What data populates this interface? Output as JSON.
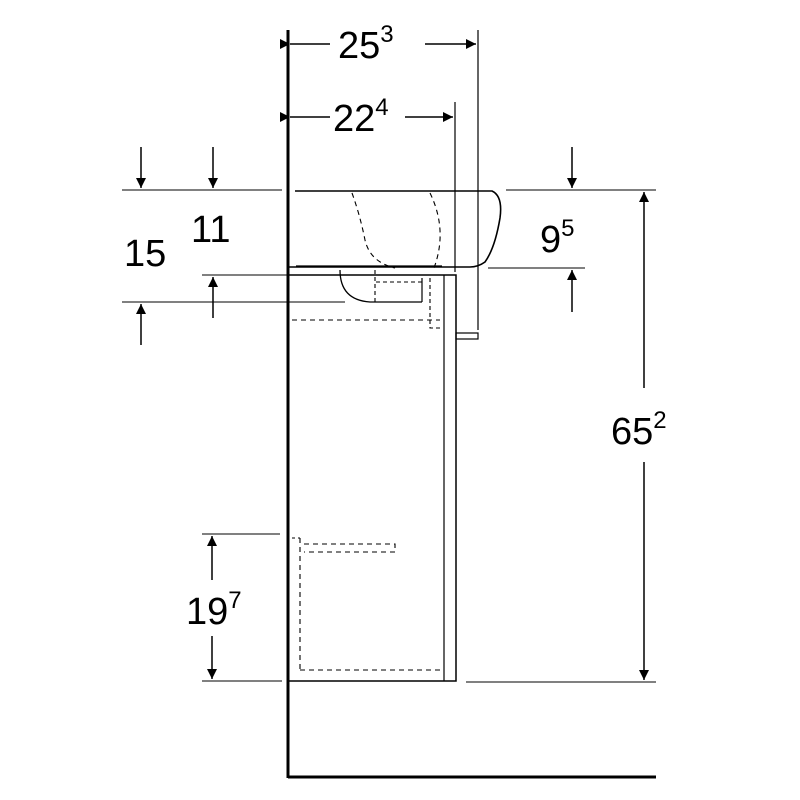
{
  "dimensions": {
    "overall_depth": {
      "main": "25",
      "sup": "3"
    },
    "basin_depth": {
      "main": "22",
      "sup": "4"
    },
    "top_to_bowl_bottom": {
      "main": "15",
      "sup": ""
    },
    "top_to_drain": {
      "main": "11",
      "sup": ""
    },
    "basin_rim_height": {
      "main": "9",
      "sup": "5"
    },
    "total_height": {
      "main": "65",
      "sup": "2"
    },
    "shelf_height": {
      "main": "19",
      "sup": "7"
    }
  }
}
